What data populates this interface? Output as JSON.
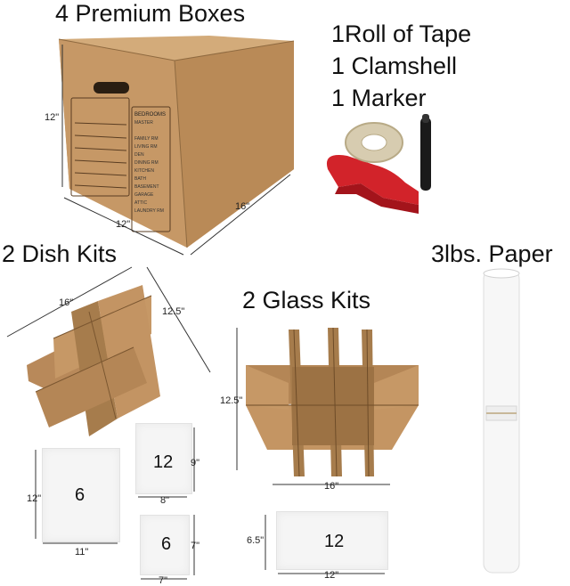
{
  "headings": {
    "boxes": "4 Premium Boxes",
    "tape_lines": [
      "1Roll of Tape",
      "1 Clamshell",
      "1 Marker"
    ],
    "dish_kits": "2 Dish Kits",
    "glass_kits": "2 Glass Kits",
    "paper": "3lbs. Paper"
  },
  "box": {
    "height": "12\"",
    "width": "12\"",
    "depth": "16\"",
    "label_title": "BEDROOMS",
    "rooms": [
      "MASTER",
      "",
      "FAMILY RM",
      "LIVING RM",
      "DEN",
      "DINING RM",
      "KITCHEN",
      "BATH",
      "BASEMENT",
      "GARAGE",
      "ATTIC",
      "LAUNDRY RM"
    ]
  },
  "dish_kit": {
    "length": "16\"",
    "width": "12.5\""
  },
  "glass_kit": {
    "height": "12.5\"",
    "width": "16\""
  },
  "foam_pads": [
    {
      "number": "6",
      "height": "12\"",
      "width": "11\""
    },
    {
      "number": "12",
      "height": "9\"",
      "width": "8\""
    },
    {
      "number": "6",
      "height": "7\"",
      "width": "7\""
    },
    {
      "number": "12",
      "height": "6.5\"",
      "width": "12\""
    }
  ],
  "colors": {
    "cardboard": "#c49a68",
    "cardboard_dark": "#a67c4c",
    "tape_dispenser": "#d2232a",
    "marker": "#1a1a1a"
  }
}
